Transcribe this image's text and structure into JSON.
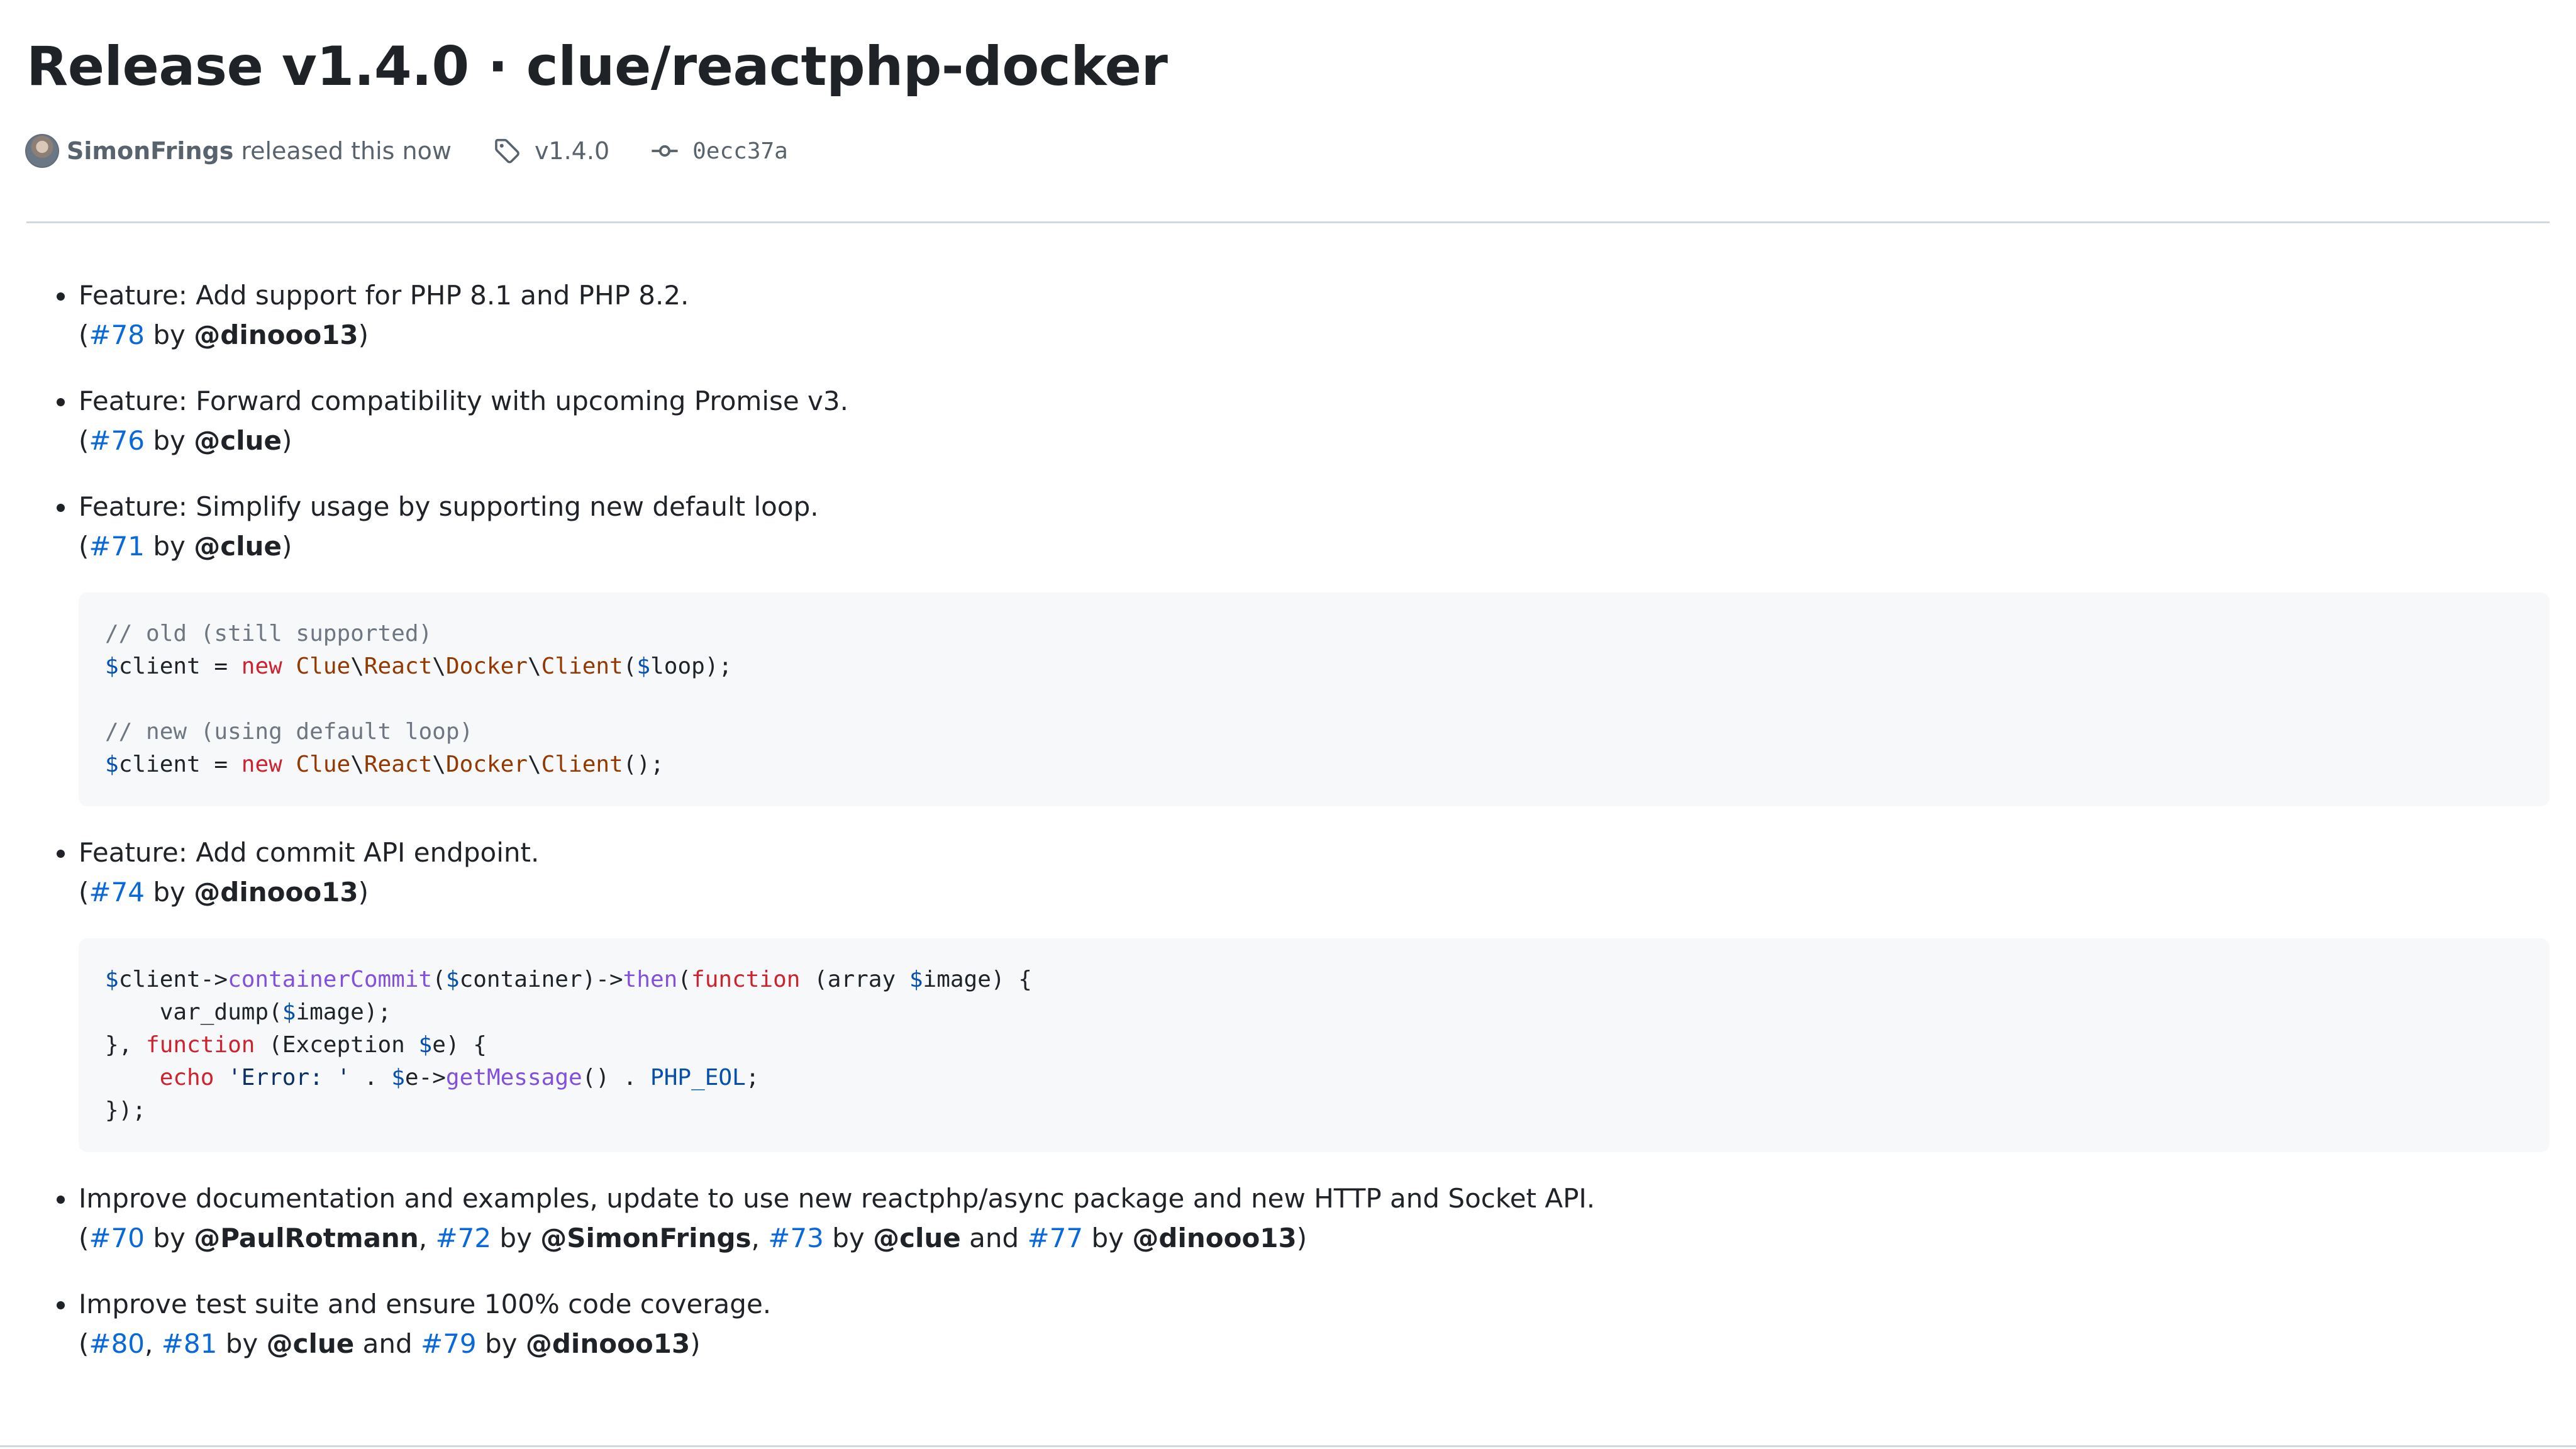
{
  "release": {
    "title": "Release v1.4.0 · clue/reactphp-docker",
    "author": "SimonFrings",
    "released_text": "released this now",
    "tag": "v1.4.0",
    "commit": "0ecc37a"
  },
  "notes": [
    {
      "text": "Feature: Add support for PHP 8.1 and PHP 8.2.",
      "refs": [
        {
          "t": "(",
          "k": "plain"
        },
        {
          "t": "#78",
          "k": "link"
        },
        {
          "t": " by ",
          "k": "plain"
        },
        {
          "t": "@dinooo13",
          "k": "user"
        },
        {
          "t": ")",
          "k": "plain"
        }
      ]
    },
    {
      "text": "Feature: Forward compatibility with upcoming Promise v3.",
      "refs": [
        {
          "t": "(",
          "k": "plain"
        },
        {
          "t": "#76",
          "k": "link"
        },
        {
          "t": " by ",
          "k": "plain"
        },
        {
          "t": "@clue",
          "k": "user"
        },
        {
          "t": ")",
          "k": "plain"
        }
      ]
    },
    {
      "text": "Feature: Simplify usage by supporting new default loop.",
      "refs": [
        {
          "t": "(",
          "k": "plain"
        },
        {
          "t": "#71",
          "k": "link"
        },
        {
          "t": " by ",
          "k": "plain"
        },
        {
          "t": "@clue",
          "k": "user"
        },
        {
          "t": ")",
          "k": "plain"
        }
      ],
      "code": [
        [
          {
            "t": "// old (still supported)",
            "k": "comment"
          }
        ],
        [
          {
            "t": "$",
            "k": "var"
          },
          {
            "t": "client = ",
            "k": "plain"
          },
          {
            "t": "new",
            "k": "kw"
          },
          {
            "t": " ",
            "k": "plain"
          },
          {
            "t": "Clue",
            "k": "class"
          },
          {
            "t": "\\",
            "k": "plain"
          },
          {
            "t": "React",
            "k": "class"
          },
          {
            "t": "\\",
            "k": "plain"
          },
          {
            "t": "Docker",
            "k": "class"
          },
          {
            "t": "\\",
            "k": "plain"
          },
          {
            "t": "Client",
            "k": "class"
          },
          {
            "t": "(",
            "k": "plain"
          },
          {
            "t": "$",
            "k": "var"
          },
          {
            "t": "loop);",
            "k": "plain"
          }
        ],
        [],
        [
          {
            "t": "// new (using default loop)",
            "k": "comment"
          }
        ],
        [
          {
            "t": "$",
            "k": "var"
          },
          {
            "t": "client = ",
            "k": "plain"
          },
          {
            "t": "new",
            "k": "kw"
          },
          {
            "t": " ",
            "k": "plain"
          },
          {
            "t": "Clue",
            "k": "class"
          },
          {
            "t": "\\",
            "k": "plain"
          },
          {
            "t": "React",
            "k": "class"
          },
          {
            "t": "\\",
            "k": "plain"
          },
          {
            "t": "Docker",
            "k": "class"
          },
          {
            "t": "\\",
            "k": "plain"
          },
          {
            "t": "Client",
            "k": "class"
          },
          {
            "t": "();",
            "k": "plain"
          }
        ]
      ]
    },
    {
      "text": "Feature: Add commit API endpoint.",
      "refs": [
        {
          "t": "(",
          "k": "plain"
        },
        {
          "t": "#74",
          "k": "link"
        },
        {
          "t": " by ",
          "k": "plain"
        },
        {
          "t": "@dinooo13",
          "k": "user"
        },
        {
          "t": ")",
          "k": "plain"
        }
      ],
      "code": [
        [
          {
            "t": "$",
            "k": "var"
          },
          {
            "t": "client->",
            "k": "plain"
          },
          {
            "t": "containerCommit",
            "k": "fn"
          },
          {
            "t": "(",
            "k": "plain"
          },
          {
            "t": "$",
            "k": "var"
          },
          {
            "t": "container)->",
            "k": "plain"
          },
          {
            "t": "then",
            "k": "fn"
          },
          {
            "t": "(",
            "k": "plain"
          },
          {
            "t": "function",
            "k": "kw"
          },
          {
            "t": " (array ",
            "k": "plain"
          },
          {
            "t": "$",
            "k": "var"
          },
          {
            "t": "image) {",
            "k": "plain"
          }
        ],
        [
          {
            "t": "    var_dump(",
            "k": "plain"
          },
          {
            "t": "$",
            "k": "var"
          },
          {
            "t": "image);",
            "k": "plain"
          }
        ],
        [
          {
            "t": "}, ",
            "k": "plain"
          },
          {
            "t": "function",
            "k": "kw"
          },
          {
            "t": " (Exception ",
            "k": "plain"
          },
          {
            "t": "$",
            "k": "var"
          },
          {
            "t": "e) {",
            "k": "plain"
          }
        ],
        [
          {
            "t": "    ",
            "k": "plain"
          },
          {
            "t": "echo",
            "k": "kw"
          },
          {
            "t": " ",
            "k": "plain"
          },
          {
            "t": "'Error: '",
            "k": "str"
          },
          {
            "t": " . ",
            "k": "plain"
          },
          {
            "t": "$",
            "k": "var"
          },
          {
            "t": "e->",
            "k": "plain"
          },
          {
            "t": "getMessage",
            "k": "fn"
          },
          {
            "t": "() . ",
            "k": "plain"
          },
          {
            "t": "PHP_EOL",
            "k": "const"
          },
          {
            "t": ";",
            "k": "plain"
          }
        ],
        [
          {
            "t": "});",
            "k": "plain"
          }
        ]
      ]
    },
    {
      "text": "Improve documentation and examples, update to use new reactphp/async package and new HTTP and Socket API.",
      "refs": [
        {
          "t": "(",
          "k": "plain"
        },
        {
          "t": "#70",
          "k": "link"
        },
        {
          "t": " by ",
          "k": "plain"
        },
        {
          "t": "@PaulRotmann",
          "k": "user"
        },
        {
          "t": ", ",
          "k": "plain"
        },
        {
          "t": "#72",
          "k": "link"
        },
        {
          "t": " by ",
          "k": "plain"
        },
        {
          "t": "@SimonFrings",
          "k": "user"
        },
        {
          "t": ", ",
          "k": "plain"
        },
        {
          "t": "#73",
          "k": "link"
        },
        {
          "t": " by ",
          "k": "plain"
        },
        {
          "t": "@clue",
          "k": "user"
        },
        {
          "t": " and ",
          "k": "plain"
        },
        {
          "t": "#77",
          "k": "link"
        },
        {
          "t": " by ",
          "k": "plain"
        },
        {
          "t": "@dinooo13",
          "k": "user"
        },
        {
          "t": ")",
          "k": "plain"
        }
      ]
    },
    {
      "text": "Improve test suite and ensure 100% code coverage.",
      "refs": [
        {
          "t": "(",
          "k": "plain"
        },
        {
          "t": "#80",
          "k": "link"
        },
        {
          "t": ", ",
          "k": "plain"
        },
        {
          "t": "#81",
          "k": "link"
        },
        {
          "t": " by ",
          "k": "plain"
        },
        {
          "t": "@clue",
          "k": "user"
        },
        {
          "t": " and ",
          "k": "plain"
        },
        {
          "t": "#79",
          "k": "link"
        },
        {
          "t": " by ",
          "k": "plain"
        },
        {
          "t": "@dinooo13",
          "k": "user"
        },
        {
          "t": ")",
          "k": "plain"
        }
      ]
    }
  ]
}
